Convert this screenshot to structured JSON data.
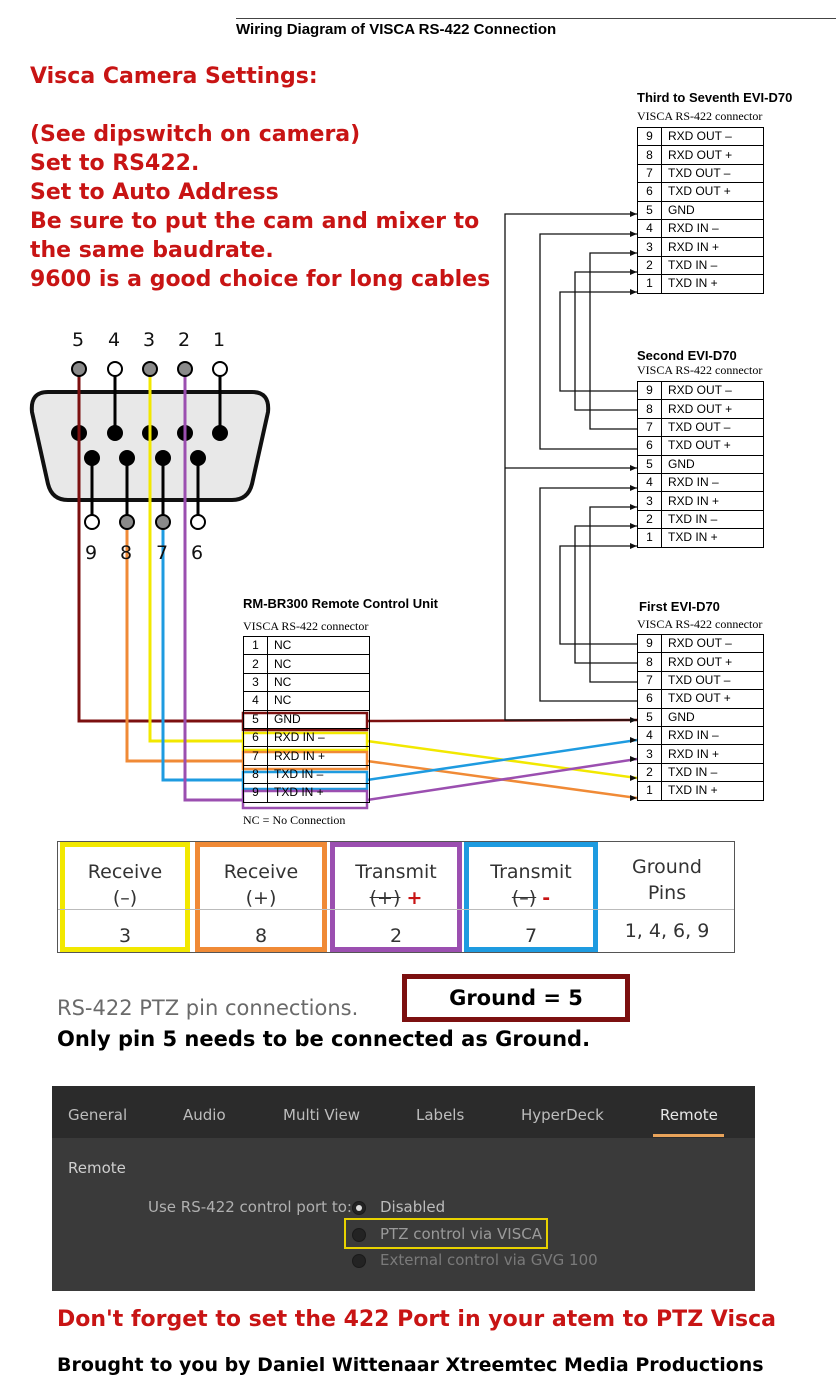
{
  "title": "Wiring Diagram of VISCA RS-422 Connection",
  "settings": {
    "heading": "Visca Camera Settings:",
    "lines": [
      "(See dipswitch on camera)",
      "Set to RS422.",
      "Set to Auto Address",
      "Be sure to put the cam and mixer to",
      "the same baudrate.",
      "9600 is a good choice for long cables"
    ]
  },
  "db9": {
    "top_pins": [
      "5",
      "4",
      "3",
      "2",
      "1"
    ],
    "bottom_pins": [
      "9",
      "8",
      "7",
      "6"
    ]
  },
  "cameras": [
    {
      "title": "Third to Seventh EVI-D70",
      "subtitle": "VISCA RS-422 connector",
      "rows": [
        {
          "n": "9",
          "label": "RXD OUT –"
        },
        {
          "n": "8",
          "label": "RXD OUT +"
        },
        {
          "n": "7",
          "label": "TXD OUT –"
        },
        {
          "n": "6",
          "label": "TXD OUT +"
        },
        {
          "n": "5",
          "label": "GND"
        },
        {
          "n": "4",
          "label": "RXD IN –"
        },
        {
          "n": "3",
          "label": "RXD IN +"
        },
        {
          "n": "2",
          "label": "TXD IN –"
        },
        {
          "n": "1",
          "label": "TXD IN +"
        }
      ]
    },
    {
      "title": "Second EVI-D70",
      "subtitle": "VISCA RS-422 connector",
      "rows": [
        {
          "n": "9",
          "label": "RXD OUT –"
        },
        {
          "n": "8",
          "label": "RXD OUT +"
        },
        {
          "n": "7",
          "label": "TXD OUT –"
        },
        {
          "n": "6",
          "label": "TXD OUT +"
        },
        {
          "n": "5",
          "label": "GND"
        },
        {
          "n": "4",
          "label": "RXD IN –"
        },
        {
          "n": "3",
          "label": "RXD IN +"
        },
        {
          "n": "2",
          "label": "TXD IN –"
        },
        {
          "n": "1",
          "label": "TXD IN +"
        }
      ]
    },
    {
      "title": "First EVI-D70",
      "subtitle": "VISCA RS-422 connector",
      "rows": [
        {
          "n": "9",
          "label": "RXD OUT –"
        },
        {
          "n": "8",
          "label": "RXD OUT +"
        },
        {
          "n": "7",
          "label": "TXD OUT –"
        },
        {
          "n": "6",
          "label": "TXD OUT +"
        },
        {
          "n": "5",
          "label": "GND"
        },
        {
          "n": "4",
          "label": "RXD IN –"
        },
        {
          "n": "3",
          "label": "RXD IN +"
        },
        {
          "n": "2",
          "label": "TXD IN –"
        },
        {
          "n": "1",
          "label": "TXD IN +"
        }
      ]
    }
  ],
  "controller": {
    "title": "RM-BR300 Remote Control Unit",
    "subtitle": "VISCA RS-422 connector",
    "rows": [
      {
        "n": "1",
        "label": "NC"
      },
      {
        "n": "2",
        "label": "NC"
      },
      {
        "n": "3",
        "label": "NC"
      },
      {
        "n": "4",
        "label": "NC"
      },
      {
        "n": "5",
        "label": "GND"
      },
      {
        "n": "6",
        "label": "RXD IN –"
      },
      {
        "n": "7",
        "label": "RXD IN +"
      },
      {
        "n": "8",
        "label": "TXD IN –"
      },
      {
        "n": "9",
        "label": "TXD IN +"
      }
    ],
    "note": "NC = No Connection"
  },
  "colors": {
    "gnd": "#7c1010",
    "rxd_minus": "#f2e800",
    "rxd_plus": "#f08a36",
    "txd_minus": "#1e9be0",
    "txd_plus": "#9b4fb0",
    "accent_red": "#c81414"
  },
  "legend": [
    {
      "line1": "Receive",
      "line2": "(–)",
      "suffix": "",
      "value": "3",
      "color": "#f2e800"
    },
    {
      "line1": "Receive",
      "line2": "(+)",
      "suffix": "",
      "value": "8",
      "color": "#f08a36"
    },
    {
      "line1": "Transmit",
      "line2": "(+)",
      "suffix": "+",
      "value": "2",
      "color": "#9b4fb0"
    },
    {
      "line1": "Transmit",
      "line2": "(–)",
      "suffix": "-",
      "value": "7",
      "color": "#1e9be0"
    },
    {
      "line1": "Ground",
      "line2": "Pins",
      "suffix": "",
      "value": "1, 4, 6, 9",
      "color": ""
    }
  ],
  "caption": "RS-422 PTZ pin connections.",
  "ground_box": "Ground = 5",
  "only_pin": "Only pin 5 needs to be connected as Ground.",
  "atem": {
    "tabs": [
      "General",
      "Audio",
      "Multi View",
      "Labels",
      "HyperDeck",
      "Remote"
    ],
    "active_tab": "Remote",
    "section": "Remote",
    "option_label": "Use RS-422 control port to:",
    "options": [
      "Disabled",
      "PTZ control via VISCA",
      "External control via GVG 100"
    ],
    "selected": "Disabled"
  },
  "reminder": "Don't forget to set the 422 Port in your atem to PTZ Visca",
  "credit": "Brought to you by Daniel Wittenaar  Xtreemtec Media Productions"
}
